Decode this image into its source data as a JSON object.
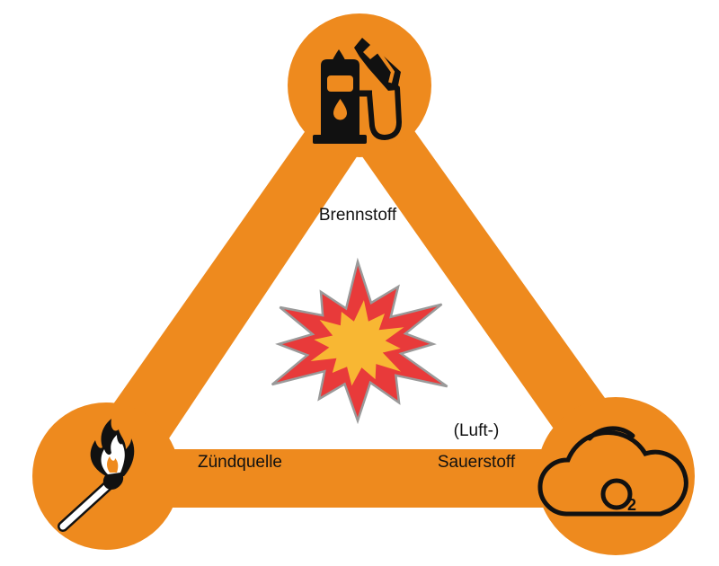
{
  "labels": {
    "fuel": "Brennstoff",
    "ignition": "Zündquelle",
    "oxygen_line1": "(Luft-)",
    "oxygen_line2": "Sauerstoff"
  },
  "icons": {
    "top": "fuel-pump-icon",
    "bottom_left": "burning-match-icon",
    "bottom_right": "o2-cloud-icon",
    "center": "explosion-icon"
  },
  "colors": {
    "orange": "#EE8A1E",
    "icon_stroke": "#111111",
    "burst_outer": "#E83A3A",
    "burst_inner": "#F8B733",
    "burst_outline": "#9A9A9A"
  }
}
